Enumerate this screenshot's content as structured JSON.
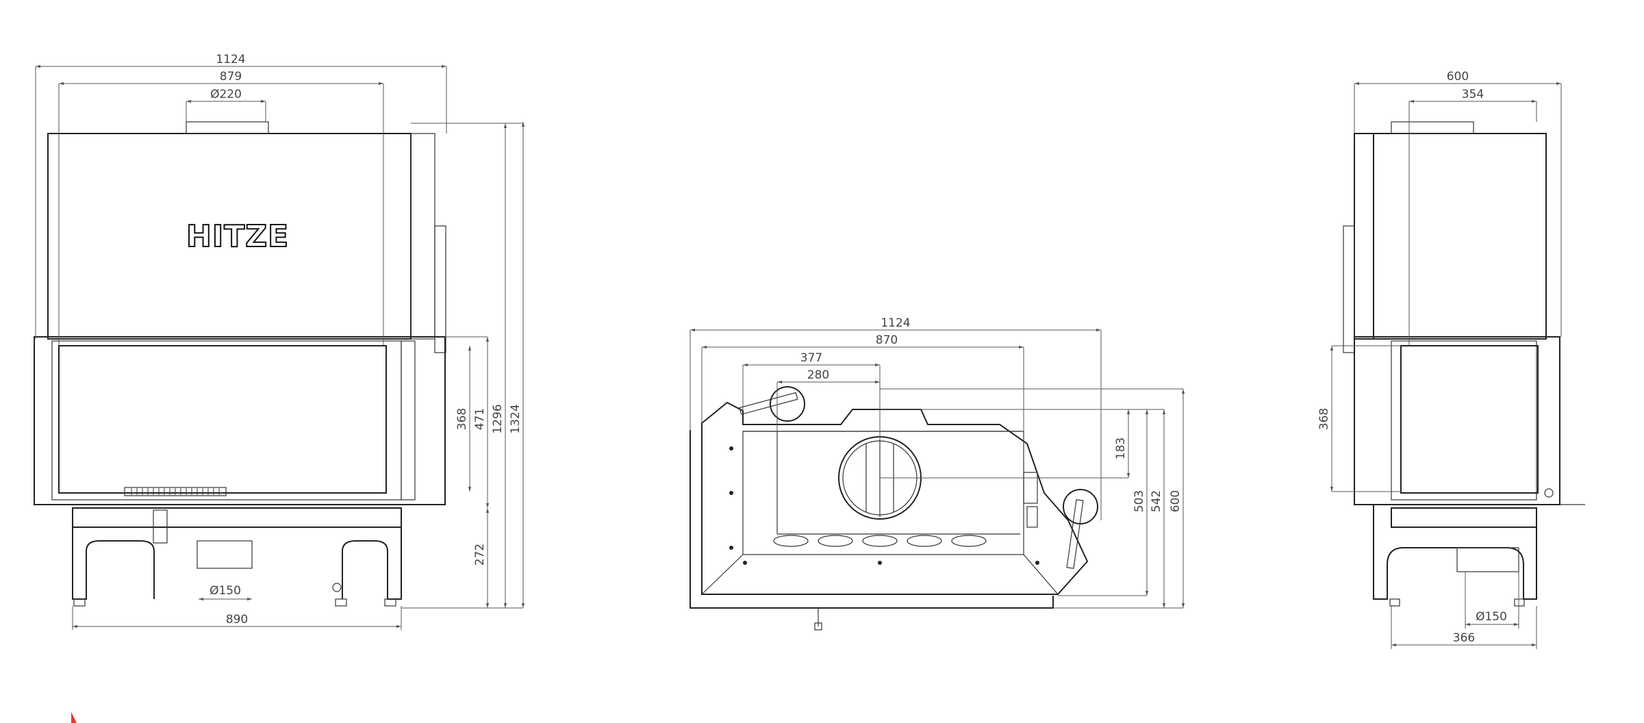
{
  "brand_logo": "HITZE",
  "front_view": {
    "width_overall": "1124",
    "width_inner": "879",
    "flue_diameter": "Ø220",
    "height_glass": "368",
    "height_door": "471",
    "height_total": "1296",
    "height_overall": "1324",
    "height_leg": "272",
    "air_inlet_diameter": "Ø150",
    "base_width": "890"
  },
  "top_view": {
    "width_overall": "1124",
    "width_inner": "870",
    "offset_1": "377",
    "offset_2": "280",
    "depth_flue": "183",
    "depth_1": "503",
    "depth_2": "542",
    "depth_overall": "600"
  },
  "side_view": {
    "width_overall": "600",
    "width_inner": "354",
    "height_glass": "368",
    "air_inlet_diameter": "Ø150",
    "base_width": "366"
  },
  "colors": {
    "line": "#222222",
    "dimension": "#555555",
    "accent": "#e53935"
  }
}
